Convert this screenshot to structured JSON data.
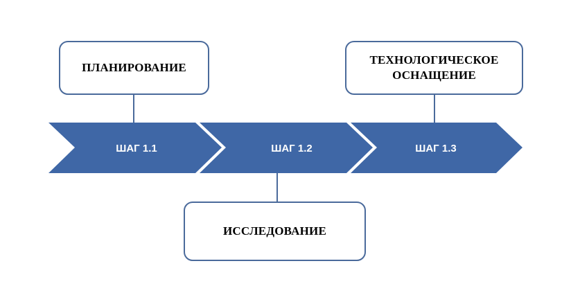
{
  "steps": [
    {
      "label": "ШАГ 1.1"
    },
    {
      "label": "ШАГ 1.2"
    },
    {
      "label": "ШАГ 1.3"
    }
  ],
  "callouts": {
    "planning": {
      "line1": "ПЛАНИРОВАНИЕ"
    },
    "research": {
      "line1": "ИССЛЕДОВАНИЕ"
    },
    "tech": {
      "line1": "ТЕХНОЛОГИЧЕСКОЕ",
      "line2": "ОСНАЩЕНИЕ"
    }
  },
  "colors": {
    "arrow_fill": "#3f67a6",
    "box_border": "#4a6a9b",
    "connector": "#4a6a9b"
  }
}
